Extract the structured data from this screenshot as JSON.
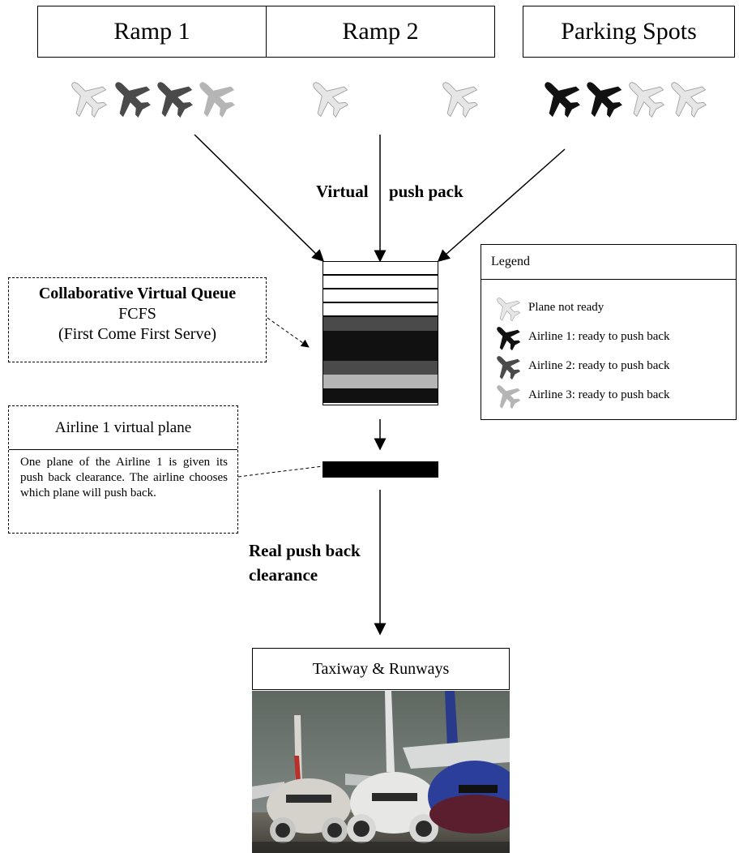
{
  "areas": {
    "ramp1": "Ramp 1",
    "ramp2": "Ramp 2",
    "parking": "Parking Spots"
  },
  "virtual_pushback_word1": "Virtual",
  "virtual_pushback_word2": "push pack",
  "cvq": {
    "title": "Collaborative Virtual Queue",
    "line2": "FCFS",
    "line3": "(First Come First Serve)"
  },
  "airline_box": {
    "title": "Airline 1 virtual plane",
    "description": "One plane of the Airline 1 is given its push back clearance. The airline chooses which plane will push back."
  },
  "real_clearance_line1": "Real push back",
  "real_clearance_line2": "clearance",
  "taxiway_title": "Taxiway & Runways",
  "legend": {
    "title": "Legend",
    "items": [
      {
        "label": "Plane not ready",
        "color": "#e6e6e6",
        "icon": "plane-icon"
      },
      {
        "label": "Airline 1: ready to push back",
        "color": "#111111",
        "icon": "plane-icon"
      },
      {
        "label": "Airline 2: ready to push back",
        "color": "#4a4a4a",
        "icon": "plane-icon"
      },
      {
        "label": "Airline 3: ready to push back",
        "color": "#b5b5b5",
        "icon": "plane-icon"
      }
    ]
  },
  "colors": {
    "not_ready": "#e6e6e6",
    "airline1": "#111111",
    "airline2": "#4a4a4a",
    "airline3": "#b5b5b5"
  },
  "ramp1_planes": [
    "not_ready",
    "airline2",
    "airline2",
    "airline3"
  ],
  "ramp2_planes": [
    "not_ready",
    "not_ready"
  ],
  "parking_planes": [
    "airline1",
    "airline1",
    "not_ready",
    "not_ready"
  ],
  "queue_slots": [
    "empty",
    "empty",
    "empty",
    "empty",
    "airline2",
    "airline1",
    "airline1",
    "airline2",
    "airline3",
    "airline1"
  ]
}
